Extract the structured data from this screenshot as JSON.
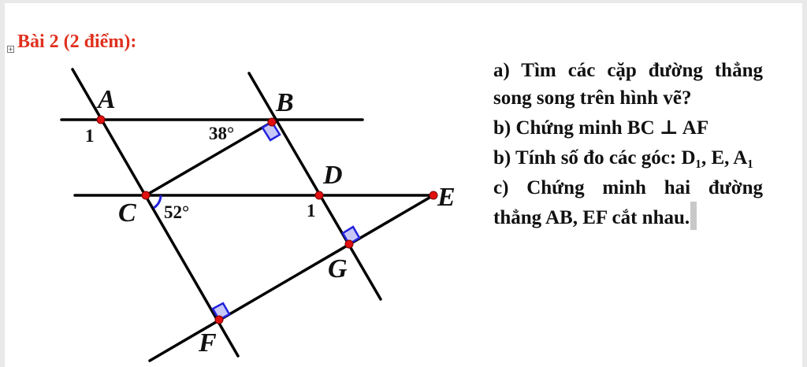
{
  "header": {
    "title": "Bài 2 (2 điểm):"
  },
  "figure": {
    "points": {
      "A": "A",
      "B": "B",
      "C": "C",
      "D": "D",
      "E": "E",
      "F": "F",
      "G": "G"
    },
    "angle_labels": {
      "a1": "1",
      "b": "38°",
      "c": "52°",
      "d1": "1"
    }
  },
  "questions": [
    "a) Tìm các cặp đường thẳng song song trên hình vẽ?",
    "b) Chứng minh BC ⊥ AF",
    "b) Tính số đo các góc: D₁, E, A₁",
    "c) Chứng minh hai đường thẳng AB, EF cắt nhau."
  ],
  "colors": {
    "title": "#e0301e",
    "point": "#e01010",
    "right_angle": "#2222dd"
  }
}
